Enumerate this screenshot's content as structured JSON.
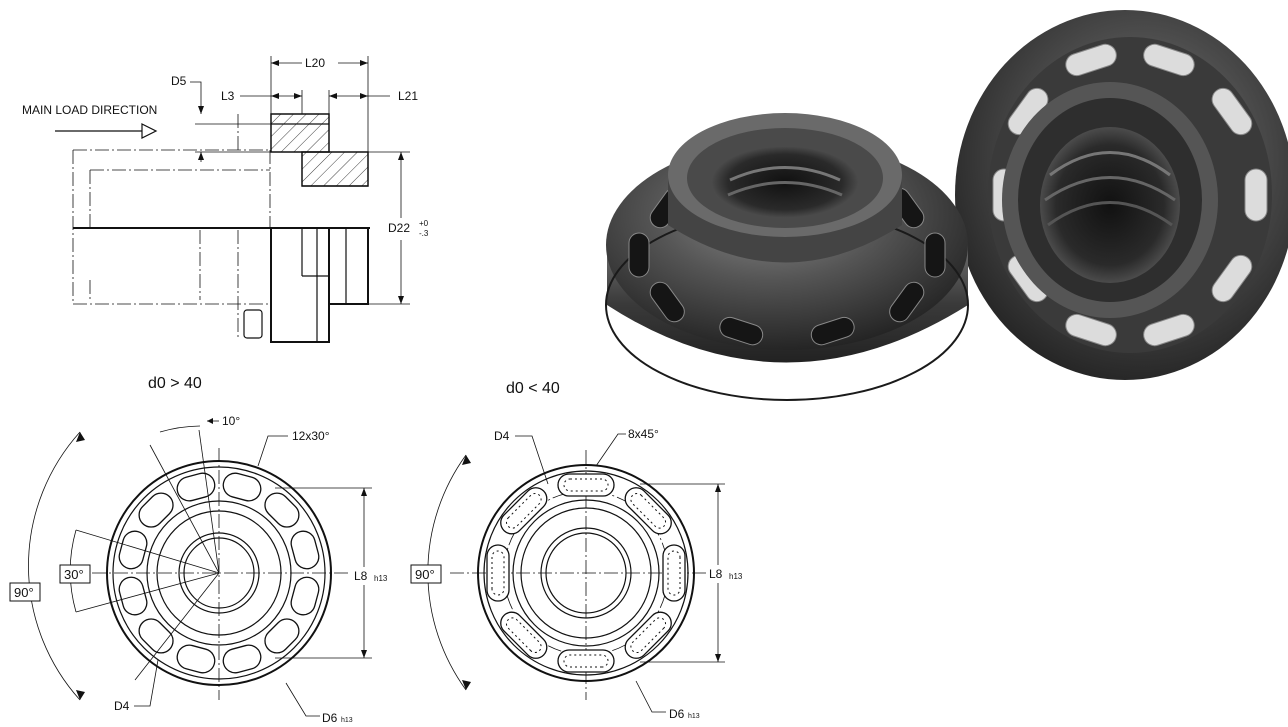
{
  "side_view": {
    "main_load_direction": "MAIN LOAD DIRECTION",
    "d5": "D5",
    "l3": "L3",
    "l20": "L20",
    "l21": "L21",
    "d22": "D22",
    "d22_tol_upper": "+0",
    "d22_tol_lower": "-.3"
  },
  "view_large": {
    "heading": "d0 > 40",
    "angle_small": "10°",
    "hole_pattern": "12x30°",
    "angle_box": "30°",
    "angle_span": "90°",
    "l8": "L8",
    "l8_tol": "h13",
    "d4": "D4",
    "d6": "D6",
    "d6_tol": "h13"
  },
  "view_small": {
    "heading": "d0 < 40",
    "d4": "D4",
    "hole_pattern": "8x45°",
    "angle_span": "90°",
    "l8": "L8",
    "l8_tol": "h13",
    "d6": "D6",
    "d6_tol": "h13"
  },
  "photo": {
    "subject": "two-black-flange-nuts"
  }
}
